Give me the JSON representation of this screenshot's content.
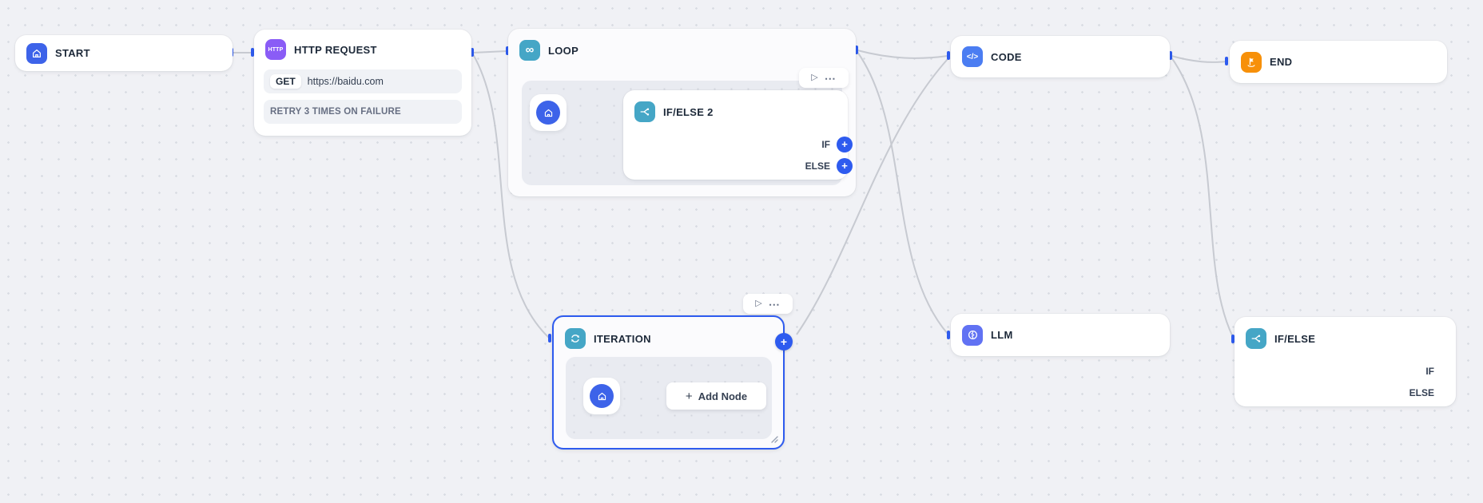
{
  "canvas": {
    "background_color": "#f0f1f5",
    "dot_color": "#d9dce3",
    "edge_color": "#c7cad1",
    "accent_color": "#2e5bef"
  },
  "icons": {
    "play": "▷",
    "more": "⋯",
    "plus": "+",
    "infinity": "∞",
    "http": "HTTP",
    "code": "</>"
  },
  "nodes": {
    "start": {
      "title": "START",
      "icon_color": "#3d63e9"
    },
    "http_request": {
      "title": "HTTP REQUEST",
      "icon_color": "#8a5cf6",
      "method": "GET",
      "url": "https://baidu.com",
      "retry": "RETRY 3 TIMES ON FAILURE"
    },
    "loop": {
      "title": "LOOP",
      "icon_color": "#45a6c6"
    },
    "if_else_2": {
      "title": "IF/ELSE 2",
      "icon_color": "#45a6c6",
      "branches": [
        "IF",
        "ELSE"
      ]
    },
    "code": {
      "title": "CODE",
      "icon_color": "#4b7df2"
    },
    "end": {
      "title": "END",
      "icon_color": "#f79009"
    },
    "iteration": {
      "title": "ITERATION",
      "icon_color": "#45a6c6",
      "add_node_label": "Add Node"
    },
    "llm": {
      "title": "LLM",
      "icon_color": "#6172f3"
    },
    "if_else": {
      "title": "IF/ELSE",
      "icon_color": "#45a6c6",
      "branches": [
        "IF",
        "ELSE"
      ]
    }
  }
}
